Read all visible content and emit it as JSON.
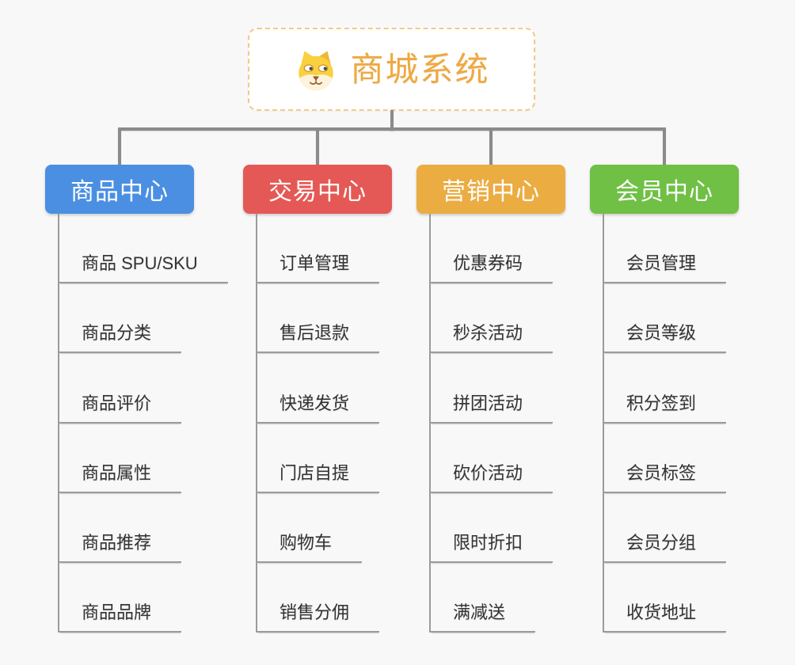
{
  "root": {
    "title": "商城系统",
    "icon": "dog-face-icon",
    "title_color": "#f0a83e",
    "border_color": "#f3c98b"
  },
  "branches": [
    {
      "label": "商品中心",
      "color": "#4a8fe2",
      "children": [
        "商品 SPU/SKU",
        "商品分类",
        "商品评价",
        "商品属性",
        "商品推荐",
        "商品品牌"
      ]
    },
    {
      "label": "交易中心",
      "color": "#e45955",
      "children": [
        "订单管理",
        "售后退款",
        "快递发货",
        "门店自提",
        "购物车",
        "销售分佣"
      ]
    },
    {
      "label": "营销中心",
      "color": "#ebac42",
      "children": [
        "优惠券码",
        "秒杀活动",
        "拼团活动",
        "砍价活动",
        "限时折扣",
        "满减送"
      ]
    },
    {
      "label": "会员中心",
      "color": "#6fc044",
      "children": [
        "会员管理",
        "会员等级",
        "积分签到",
        "会员标签",
        "会员分组",
        "收货地址"
      ]
    }
  ],
  "colors": {
    "background": "#f8f8f8",
    "connector": "#8b8b8b",
    "leaf_line": "#9b9b9b",
    "leaf_text": "#333333",
    "branch_text": "#ffffff",
    "root_fill": "#ffffff"
  }
}
